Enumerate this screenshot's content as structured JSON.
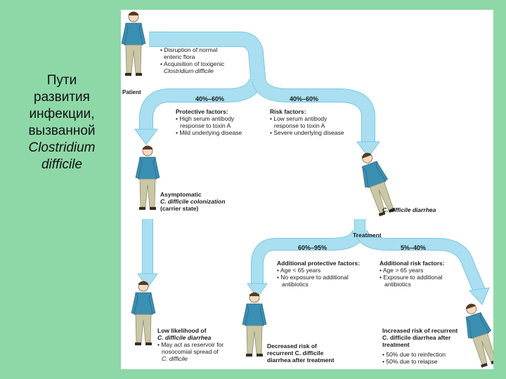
{
  "slide": {
    "title_lines": [
      "Пути",
      "развития",
      "инфекции,",
      "вызванной"
    ],
    "title_italic_lines": [
      "Clostridium",
      "difficile"
    ]
  },
  "diagram": {
    "top_notes": [
      "• Disruption of normal",
      "enteric flora",
      "• Acquisition of toxigenic",
      "Clostridium difficile"
    ],
    "patient_label": "Patient",
    "pct_left_1": "40%–60%",
    "pct_right_1": "40%–60%",
    "protective": {
      "heading": "Protective factors:",
      "lines": [
        "• High serum antibody",
        "response to toxin A",
        "• Mild underlying disease"
      ]
    },
    "risk": {
      "heading": "Risk factors:",
      "lines": [
        "• Low serum antibody",
        "response to toxin A",
        "• Severe underlying disease"
      ]
    },
    "asymptomatic": {
      "lines": [
        "Asymptomatic",
        "C. difficile colonization",
        "(carrier state)"
      ]
    },
    "diarrhea_label": "C. difficile diarrhea",
    "treatment_label": "Treatment",
    "pct_left_2": "60%–95%",
    "pct_right_2": "5%–40%",
    "add_protective": {
      "heading": "Additional protective factors:",
      "lines": [
        "• Age < 65 years",
        "• No exposure to additional",
        "antibiotics"
      ]
    },
    "add_risk": {
      "heading": "Additional risk factors:",
      "lines": [
        "• Age > 65 years",
        "• Exposure to additional",
        "antibiotics"
      ]
    },
    "low_likelihood": {
      "lines": [
        "Low likelihood of",
        "C. difficile diarrhea",
        "• May act as reservoir for",
        "nosocomial spread of",
        "C. difficile"
      ]
    },
    "decreased": {
      "lines": [
        "Decreased risk of",
        "recurrent C. difficile",
        "diarrhea after treatment"
      ]
    },
    "increased": {
      "lines": [
        "Increased risk of recurrent",
        "C. difficile diarrhea after",
        "treatment",
        "• 50% due to reinfection",
        "• 50% due to relapse"
      ]
    }
  },
  "colors": {
    "arrow": "#a9dff0",
    "arrow_edge": "#7cc8e2",
    "background": "#8ed8a8",
    "shirt": "#3a8fb3",
    "pants": "#c9c7a5"
  }
}
